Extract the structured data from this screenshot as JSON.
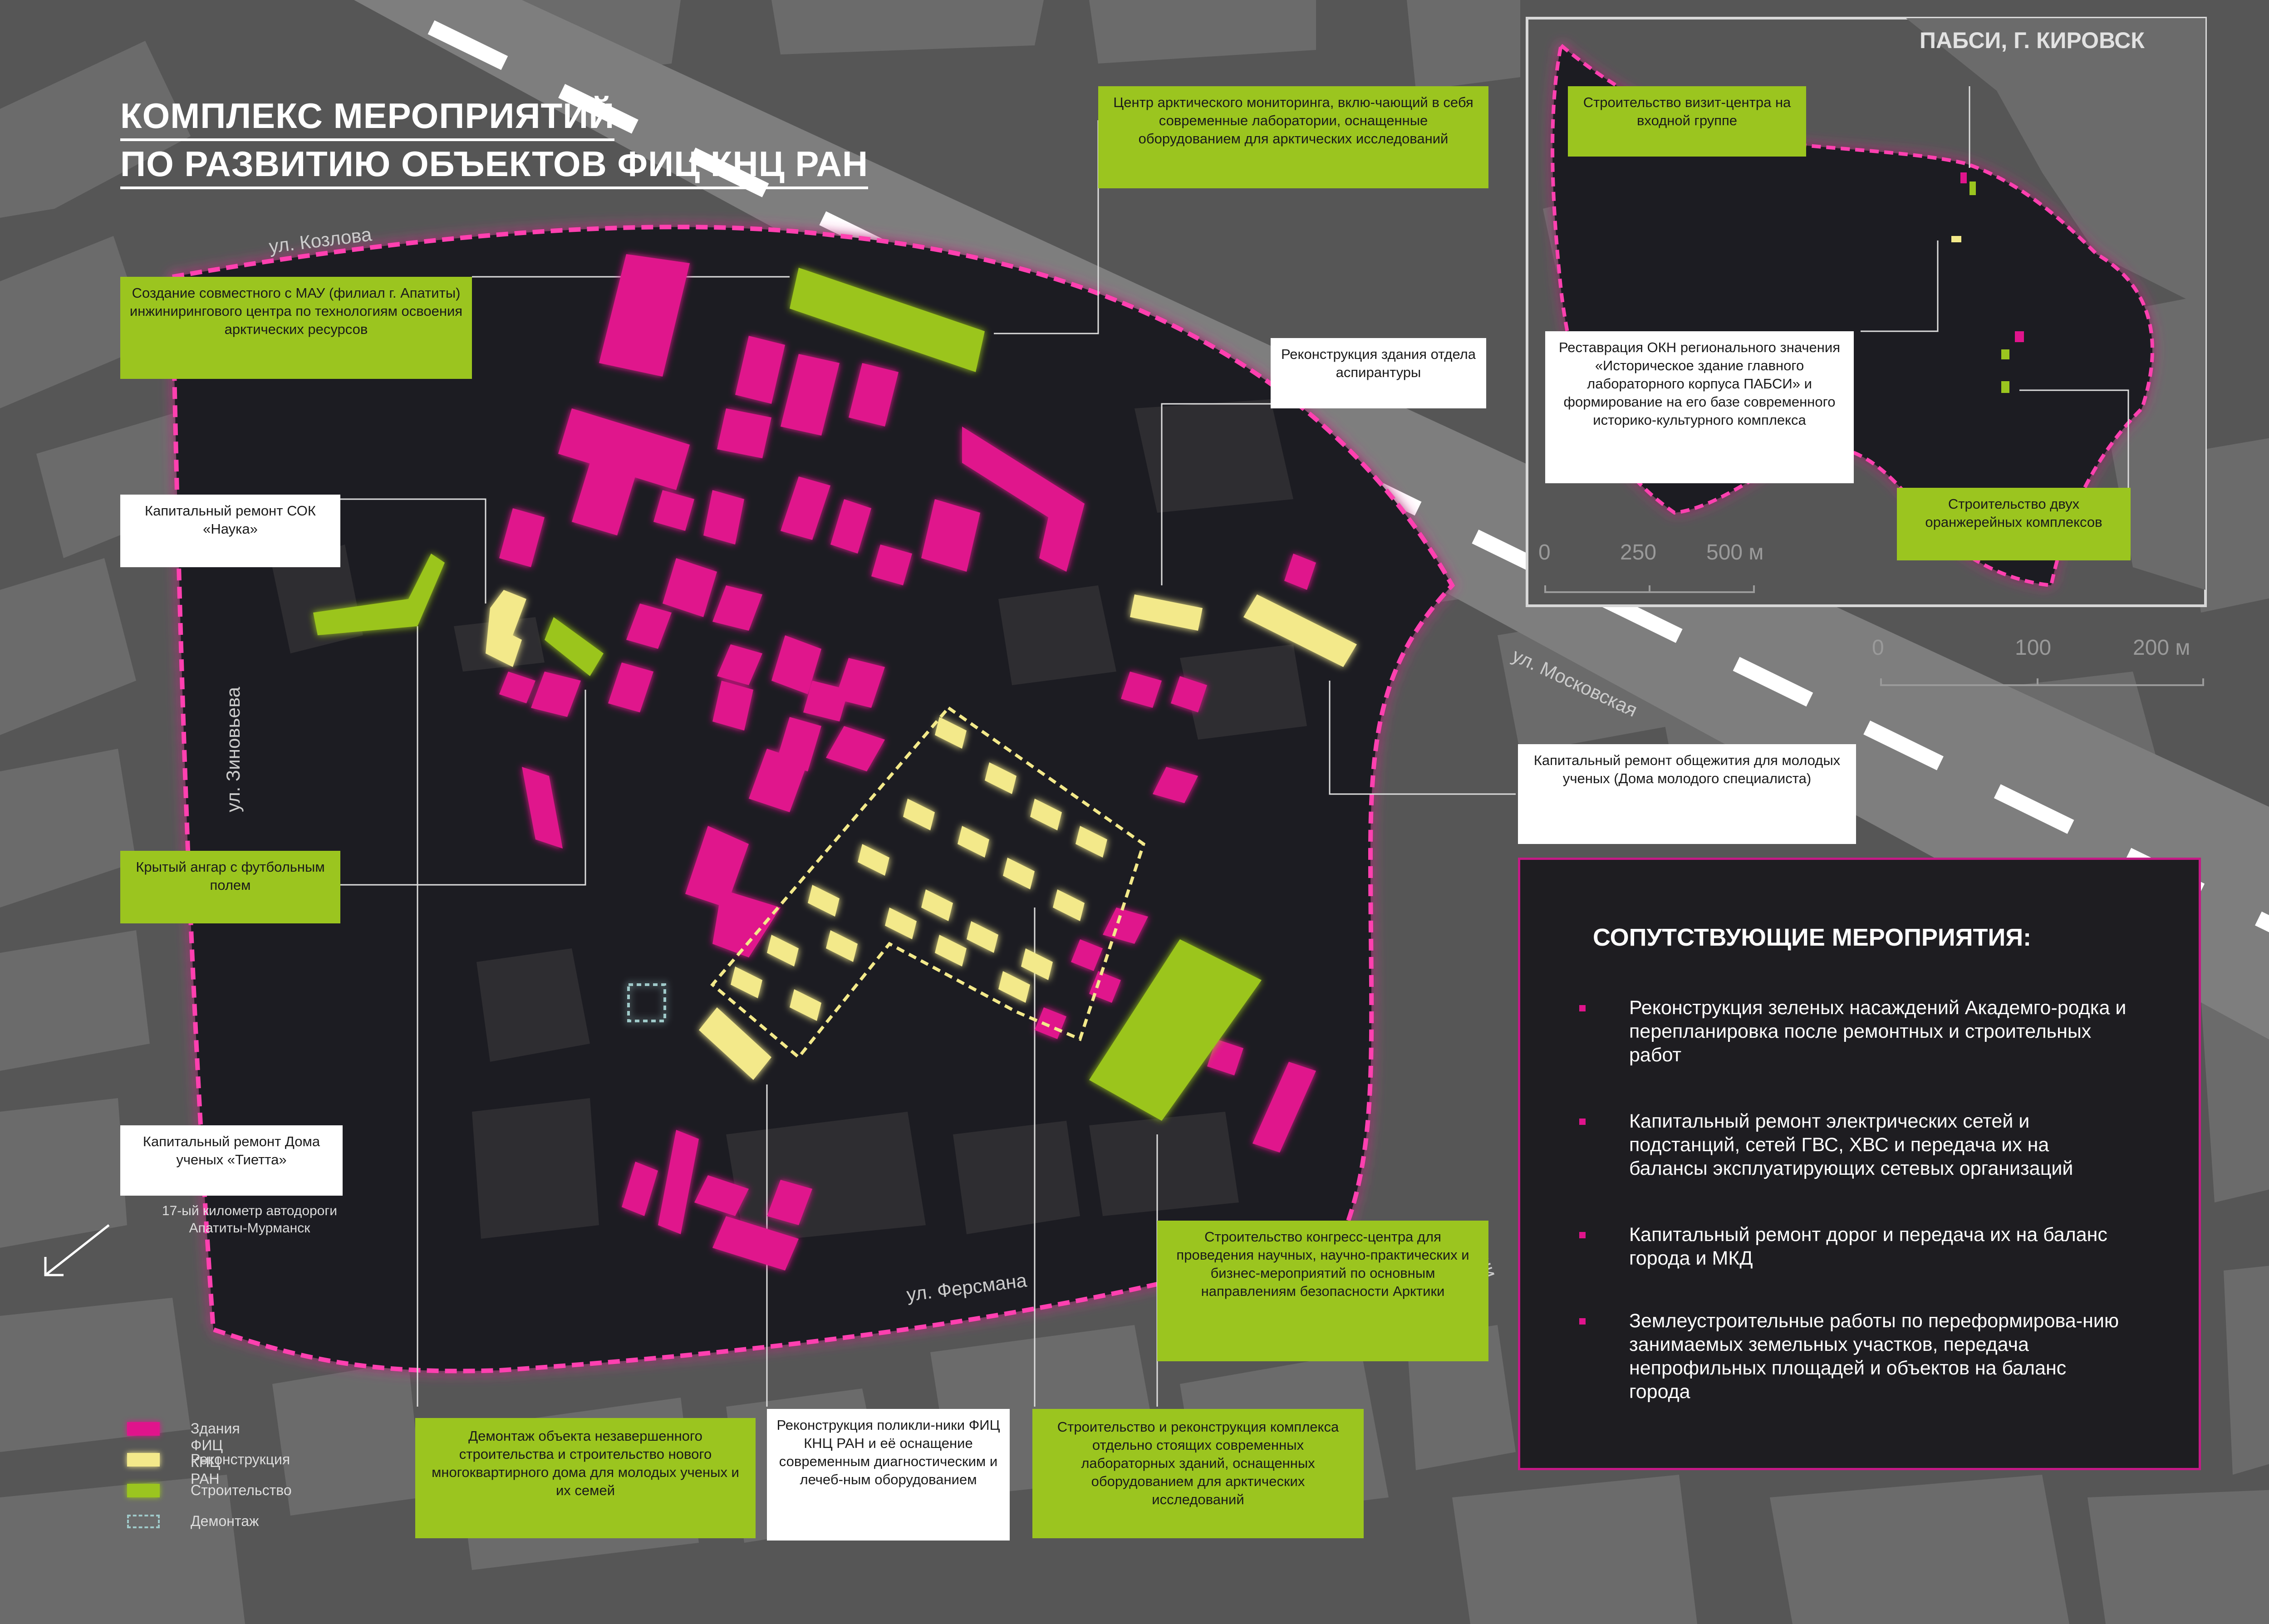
{
  "title": {
    "line1": "КОМПЛЕКС МЕРОПРИЯТИЙ",
    "line2": "ПО РАЗВИТИЮ ОБЪЕКТОВ ФИЦ КНЦ РАН"
  },
  "streets": {
    "kozlova": "ул. Козлова",
    "zinovieva": "ул. Зиновьева",
    "moskovskaya": "ул. Московская",
    "fersmana": "ул. Ферсмана",
    "partial": "ени"
  },
  "callouts": {
    "arctic_monitoring": "Центр арктического мониторинга, вклю-чающий в себя современные лаборатории, оснащенные оборудованием для арктических исследований",
    "mau_center": "Создание совместного с МАУ (филиал г. Апатиты) инжиниринго­вого центра по технологиям освоения арктических ресурсов",
    "postgrad": "Реконструкция здания отдела аспирантуры",
    "sok_nauka": "Капитальный ремонт СОК «Наука»",
    "dormitory": "Капитальный ремонт общежития для молодых ученых (Дома молодого специалиста)",
    "hangar": "Крытый ангар с футбольным полем",
    "tietta": "Капитальный ремонт Дома ученых «Тиетта»",
    "congress": "Строительство конгресс-центра для проведения научных, научно-практических и бизнес-мероприятий по основным направлениям безопасности Арктики",
    "demolition_housing": "Демонтаж объекта незавершенного строительства и строительство нового многоквартирного дома для молодых ученых и их семей",
    "polyclinic": "Реконструкция поликли-ники ФИЦ КНЦ РАН и её оснащение современным диагностическим и лечеб-ным оборудованием",
    "lab_complex": "Строительство и реконструкция комплекса отдельно стоящих современных лабораторных зданий, оснащенных оборудованием для арктических исследований"
  },
  "road_note": "17-ый километр автодороги Апатиты-Мурманск",
  "legend": [
    {
      "label": "Здания ФИЦ КНЦ РАН",
      "color": "#e0148c",
      "style": "solid"
    },
    {
      "label": "Реконструкция",
      "color": "#f3e98a",
      "style": "solid"
    },
    {
      "label": "Строительство",
      "color": "#9bc51f",
      "style": "solid"
    },
    {
      "label": "Демонтаж",
      "color": "#9fc9c9",
      "style": "dashed"
    }
  ],
  "main_scale": {
    "ticks": [
      "0",
      "100",
      "200 м"
    ]
  },
  "inset": {
    "title": "ПАБСИ, Г. КИРОВСК",
    "visitor_center": "Строительство визит-центра на входной группе",
    "okn_restoration": "Реставрация ОКН регионального значения «Историческое здание главного лабораторного корпуса ПАБСИ» и формирование на его базе современного историко-культурного комплекса",
    "greenhouses": "Строительство двух оранжерейных комплексов",
    "scale": {
      "ticks": [
        "0",
        "250",
        "500 м"
      ]
    }
  },
  "side_panel": {
    "heading": "СОПУТСТВУЮЩИЕ МЕРОПРИЯТИЯ:",
    "items": [
      "Реконструкция зеленых насаждений Академго-родка и перепланировка после ремонтных и строительных работ",
      "Капитальный ремонт электрических сетей и подстанций, сетей ГВС, ХВС и передача их на балансы эксплуатирующих сетевых организаций",
      "Капитальный ремонт дорог и передача их на баланс города и МКД",
      "Землеустроительные работы по переформирова-нию занимаемых земельных участков, передача непрофильных площадей и объектов на баланс города"
    ]
  },
  "colors": {
    "fic": "#e0148c",
    "recon": "#f3e98a",
    "build": "#9bc51f",
    "boundary": "#ff3fb0",
    "dark": "#1e1d21"
  }
}
